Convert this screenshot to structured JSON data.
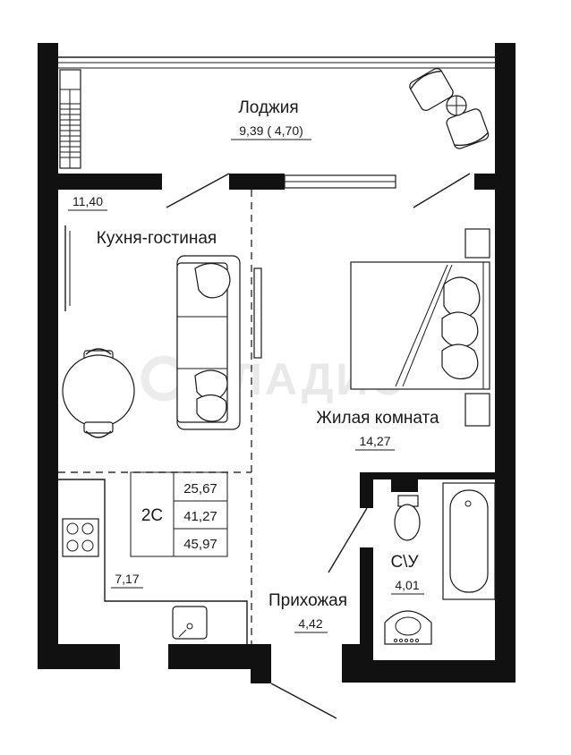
{
  "rooms": {
    "loggia": {
      "name": "Лоджия",
      "area": "9,39 ( 4,70)"
    },
    "kitchen_living": {
      "name": "Кухня-гостиная",
      "area": "11,40"
    },
    "bedroom": {
      "name": "Жилая комната",
      "area": "14,27"
    },
    "kitchen": {
      "area": "7,17"
    },
    "hallway": {
      "name": "Прихожая",
      "area": "4,42"
    },
    "bathroom": {
      "name": "С\\У",
      "area": "4,01"
    }
  },
  "summary": {
    "type": "2С",
    "values": [
      "25,67",
      "41,27",
      "45,97"
    ]
  },
  "watermark": {
    "text": "ВЛАДИС"
  },
  "colors": {
    "walls": "#111111",
    "lines": "#1a1a1a",
    "watermark": "#e9e9e9"
  }
}
